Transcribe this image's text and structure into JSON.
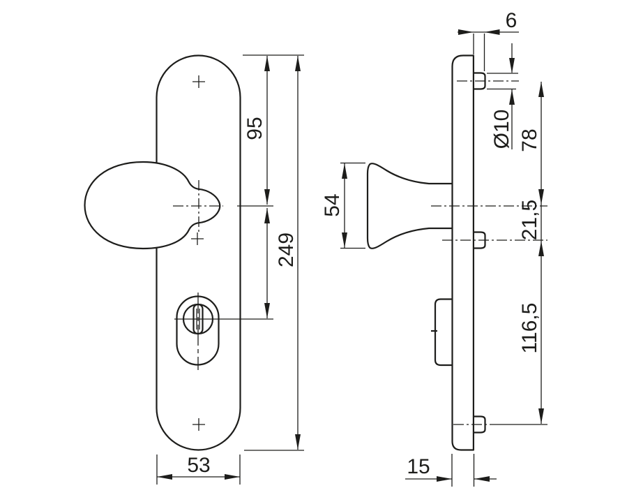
{
  "colors": {
    "line": "#1d1d1b",
    "background": "#ffffff"
  },
  "views": {
    "front": {
      "dims": {
        "plate_height": "249",
        "top_edge_to_knob_axis": "95",
        "plate_width": "53"
      }
    },
    "side": {
      "dims": {
        "boss_depth": "6",
        "hole_diameter": "Ø10",
        "top_hole_to_knob_axis": "78",
        "knob_axis_to_mid_hole": "21,5",
        "mid_hole_to_bottom_hole": "116,5",
        "knob_height": "54",
        "plate_thickness": "15"
      }
    }
  }
}
